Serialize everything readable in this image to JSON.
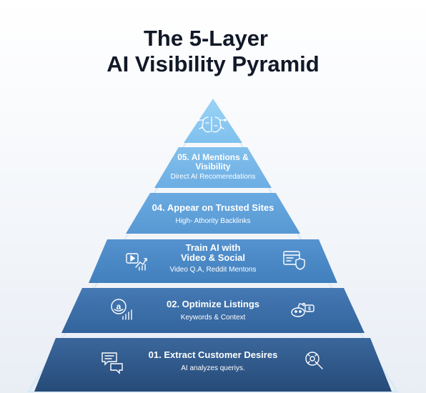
{
  "title": {
    "line1": "The 5-Layer",
    "line2": "AI Visibility Pyramid"
  },
  "layers": [
    {
      "heading": "01. Extract Customer Desires",
      "subtitle": "AI analyzes queriys.",
      "color": "#2d5789",
      "icons": [
        "chat-bubbles-icon",
        "magnifier-bug-icon"
      ]
    },
    {
      "heading": "02. Optimize Listings",
      "subtitle": "Keywords & Context",
      "color": "#3a6ea8",
      "icons": [
        "amazon-growth-icon",
        "reddit-alien-icon"
      ]
    },
    {
      "heading_line1": "Train AI with",
      "heading_line2": "Video & Social",
      "subtitle": "Video Q.A, Reddit Mentons",
      "color": "#4a88c6",
      "icons": [
        "video-play-icon",
        "browser-shield-icon"
      ]
    },
    {
      "heading": "04. Appear on Trusted Sites",
      "subtitle": "High- Athority Backlinks",
      "color": "#5ea0da"
    },
    {
      "heading_line1": "05. AI Mentions &",
      "heading_line2": "Visibility",
      "subtitle": "Direct AI Recomeredations",
      "color": "#74b5e6"
    },
    {
      "color": "#88c7f0",
      "icons": [
        "brain-circuit-icon"
      ]
    }
  ]
}
